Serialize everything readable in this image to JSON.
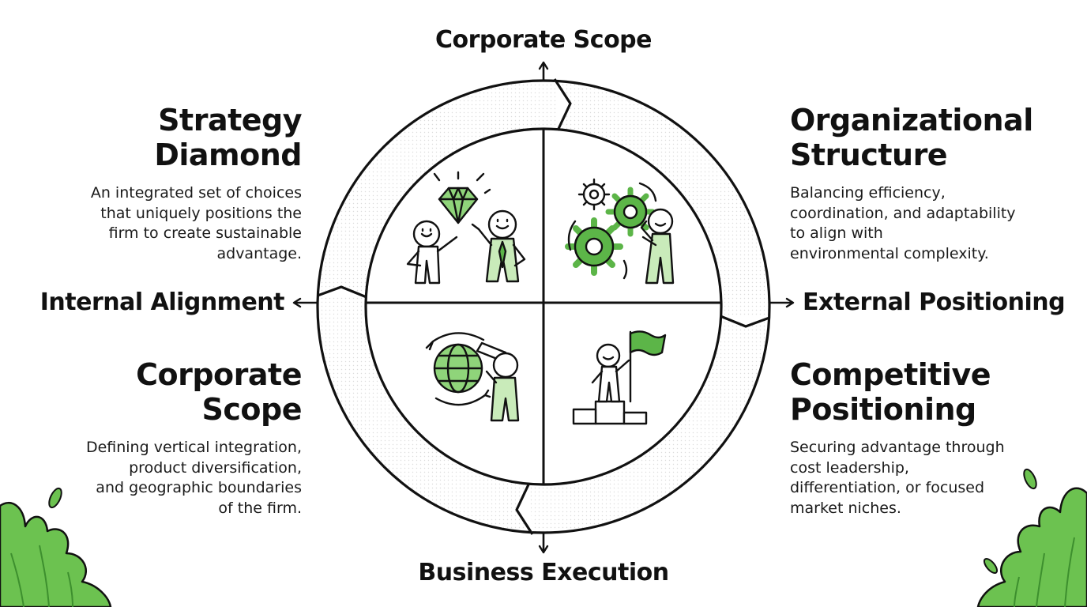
{
  "axes": {
    "top": "Corporate Scope",
    "bottom": "Business Execution",
    "left": "Internal Alignment",
    "right": "External Positioning"
  },
  "quadrants": {
    "top_left": {
      "title_line1": "Strategy",
      "title_line2": "Diamond",
      "desc_line1": "An integrated set of choices",
      "desc_line2": "that uniquely positions the",
      "desc_line3": "firm to create sustainable",
      "desc_line4": "advantage.",
      "icon": "diamond-with-people-icon"
    },
    "top_right": {
      "title_line1": "Organizational",
      "title_line2": "Structure",
      "desc_line1": "Balancing efficiency,",
      "desc_line2": "coordination, and adaptability",
      "desc_line3": "to align with",
      "desc_line4": "environmental complexity.",
      "icon": "gears-with-person-icon"
    },
    "bottom_left": {
      "title_line1": "Corporate",
      "title_line2": "Scope",
      "desc_line1": "Defining vertical integration,",
      "desc_line2": "product diversification,",
      "desc_line3": "and geographic boundaries",
      "desc_line4": "of the firm.",
      "icon": "globe-with-telescope-icon"
    },
    "bottom_right": {
      "title_line1": "Competitive",
      "title_line2": "Positioning",
      "desc_line1": "Securing advantage through",
      "desc_line2": "cost leadership,",
      "desc_line3": "differentiation, or focused",
      "desc_line4": "market niches.",
      "icon": "podium-with-flag-icon"
    }
  },
  "colors": {
    "ink": "#111111",
    "accent_green": "#5cb548",
    "light_green": "#a6dc8f",
    "ring_fill": "#f4f4f4",
    "background": "#ffffff"
  }
}
